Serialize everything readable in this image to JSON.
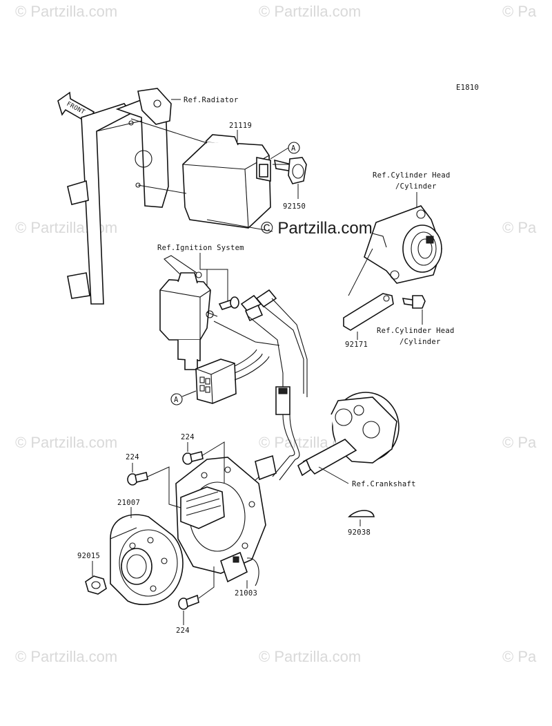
{
  "diagram": {
    "code": "E1810",
    "front_label": "FRONT",
    "center_watermark": "© Partzilla.com",
    "watermark": "© Partzilla.com",
    "watermark_cut": "© Pa",
    "refs": {
      "radiator": "Ref.Radiator",
      "ignition": "Ref.Ignition System",
      "cyl_head_top_1": "Ref.Cylinder Head",
      "cyl_head_top_2": "/Cylinder",
      "cyl_head_bot_1": "Ref.Cylinder Head",
      "cyl_head_bot_2": "/Cylinder",
      "crankshaft": "Ref.Crankshaft"
    },
    "callout_a": "A",
    "parts": {
      "p21119": "21119",
      "p92150": "92150",
      "p92171": "92171",
      "p224_top": "224",
      "p224_left": "224",
      "p224_bottom": "224",
      "p21007": "21007",
      "p92015": "92015",
      "p21003": "21003",
      "p92038": "92038"
    }
  }
}
